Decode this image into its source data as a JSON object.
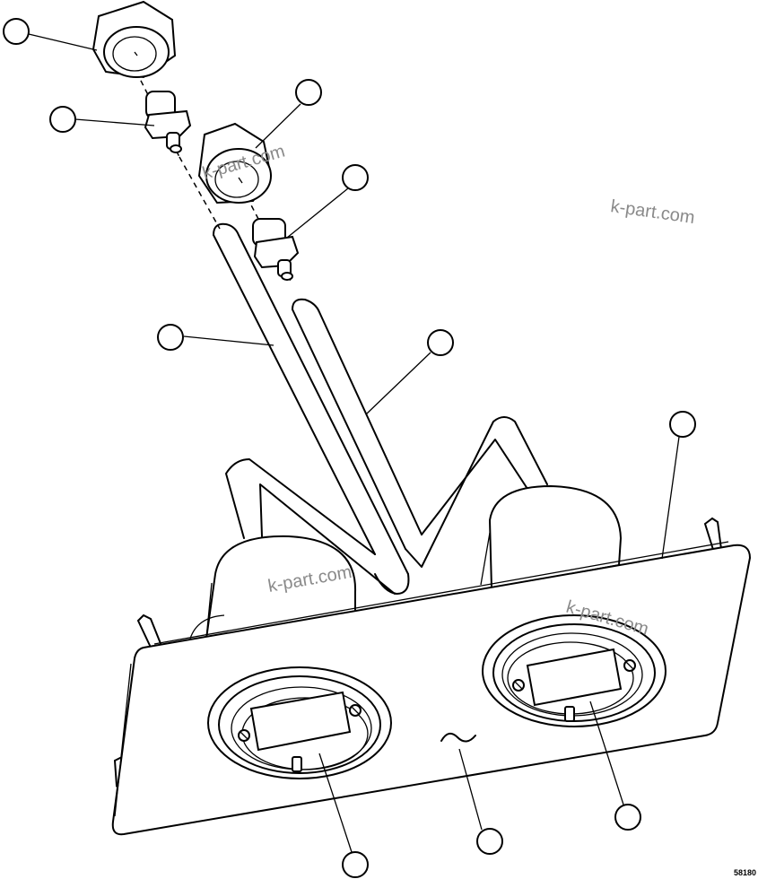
{
  "diagram": {
    "reference_number": "58180",
    "watermarks": [
      "k-part.com",
      "k-part.com",
      "k-part.com",
      "k-part.com"
    ],
    "callout_count": 10
  }
}
